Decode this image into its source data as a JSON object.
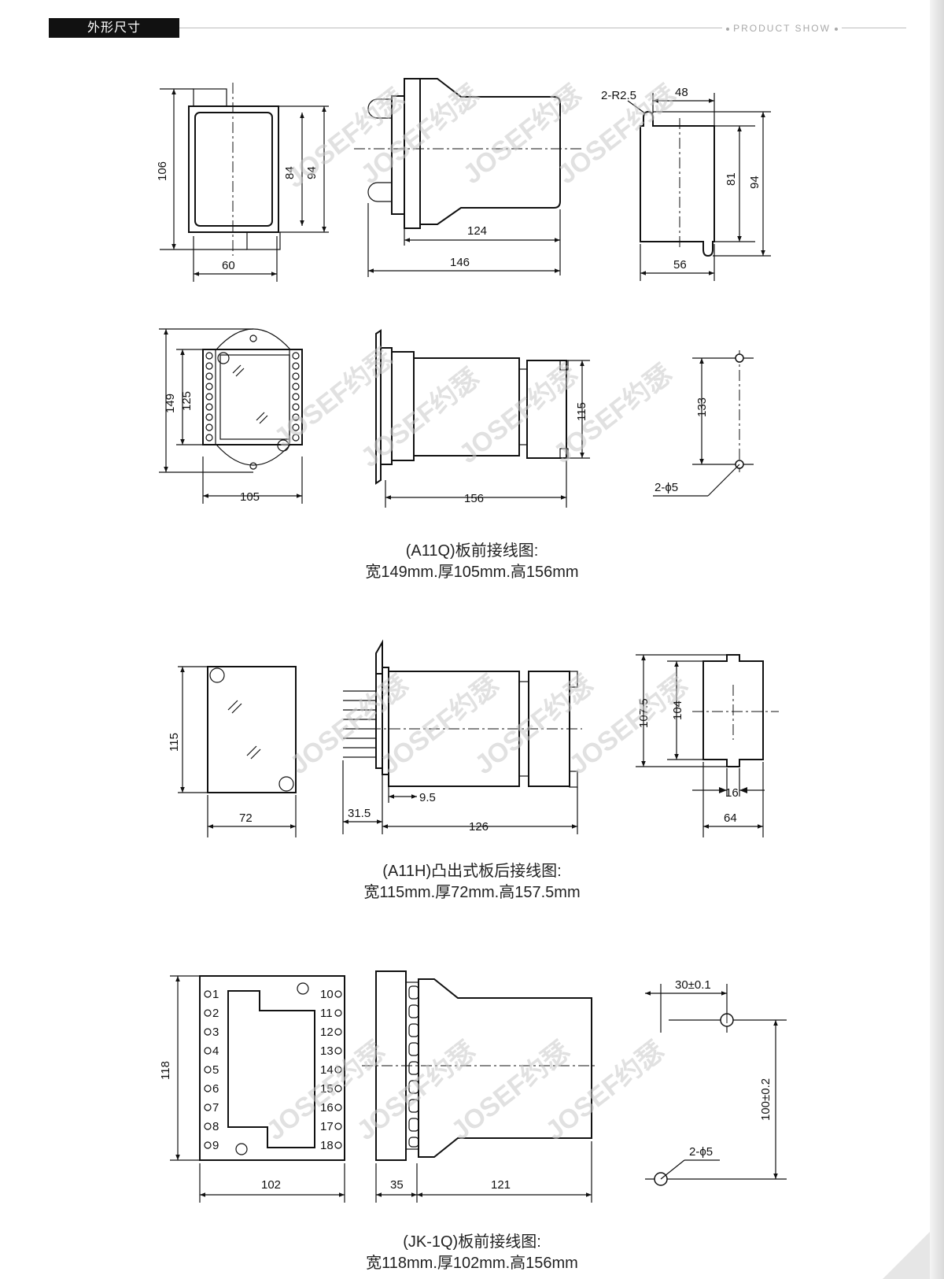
{
  "header": {
    "tab_label": "外形尺寸",
    "right_label": "PRODUCT SHOW"
  },
  "watermark": "JOSEF约瑟",
  "sections": [
    {
      "caption_line1": "(A11Q)板前接线图:",
      "caption_line2": "宽149mm.厚105mm.高156mm",
      "dims": {
        "front_h1": "106",
        "front_h2": "84",
        "front_h3": "94",
        "front_w": "60",
        "side_w1": "124",
        "side_w2": "146",
        "right_r": "2-R2.5",
        "right_w1": "48",
        "right_h1": "81",
        "right_h2": "94",
        "right_w2": "56",
        "back_h1": "149",
        "back_h2": "125",
        "back_w": "105",
        "side2_h": "115",
        "side2_w": "156",
        "cut_h": "133",
        "cut_hole": "2-ϕ5"
      }
    },
    {
      "caption_line1": "(A11H)凸出式板后接线图:",
      "caption_line2": "宽115mm.厚72mm.高157.5mm",
      "dims": {
        "front_h": "115",
        "front_w": "72",
        "side_a": "31.5",
        "side_b": "9.5",
        "side_w": "126",
        "right_h1": "107.5",
        "right_h2": "104",
        "right_w1": "16",
        "right_w2": "64"
      }
    },
    {
      "caption_line1": "(JK-1Q)板前接线图:",
      "caption_line2": "宽118mm.厚102mm.高156mm",
      "terminals_left": [
        "1",
        "2",
        "3",
        "4",
        "5",
        "6",
        "7",
        "8",
        "9"
      ],
      "terminals_right": [
        "10",
        "11",
        "12",
        "13",
        "14",
        "15",
        "16",
        "17",
        "18"
      ],
      "dims": {
        "front_h": "118",
        "front_w": "102",
        "side_w1": "35",
        "side_w2": "121",
        "cut_w": "30±0.1",
        "cut_h": "100±0.2",
        "cut_hole": "2-ϕ5"
      }
    }
  ]
}
